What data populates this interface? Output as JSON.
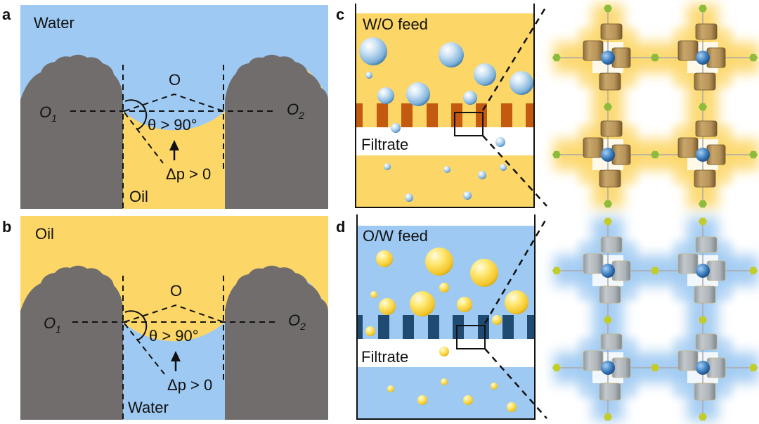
{
  "colors": {
    "water": "#9ec9f2",
    "oil": "#fcd666",
    "solid": "#716d6c",
    "membrane_oil_mode": "#c45a0f",
    "membrane_water_mode": "#1f4b73",
    "filtrate": "#ffffff",
    "line": "#111111"
  },
  "panels": {
    "a": {
      "letter": "a",
      "top_phase": "Water",
      "bottom_phase": "Oil",
      "center_label": "O",
      "left_center": "O",
      "left_center_sub": "1",
      "right_center": "O",
      "right_center_sub": "2",
      "angle_label": "θ > 90°",
      "pressure_label": "Δp > 0"
    },
    "b": {
      "letter": "b",
      "top_phase": "Oil",
      "bottom_phase": "Water",
      "center_label": "O",
      "left_center": "O",
      "left_center_sub": "1",
      "right_center": "O",
      "right_center_sub": "2",
      "angle_label": "θ > 90°",
      "pressure_label": "Δp > 0"
    },
    "c": {
      "letter": "c",
      "feed_label": "W/O feed",
      "filtrate_label": "Filtrate"
    },
    "d": {
      "letter": "d",
      "feed_label": "O/W feed",
      "filtrate_label": "Filtrate"
    }
  }
}
